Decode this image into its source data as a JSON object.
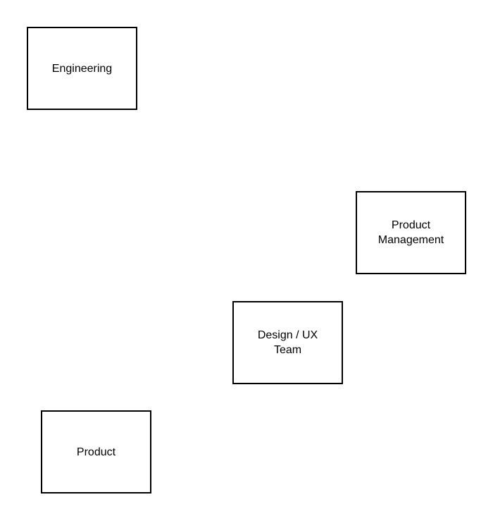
{
  "diagram": {
    "nodes": [
      {
        "id": "engineering",
        "label": "Engineering"
      },
      {
        "id": "product-management",
        "label": "Product\nManagement"
      },
      {
        "id": "design-ux",
        "label": "Design / UX\nTeam"
      },
      {
        "id": "product",
        "label": "Product"
      }
    ]
  }
}
